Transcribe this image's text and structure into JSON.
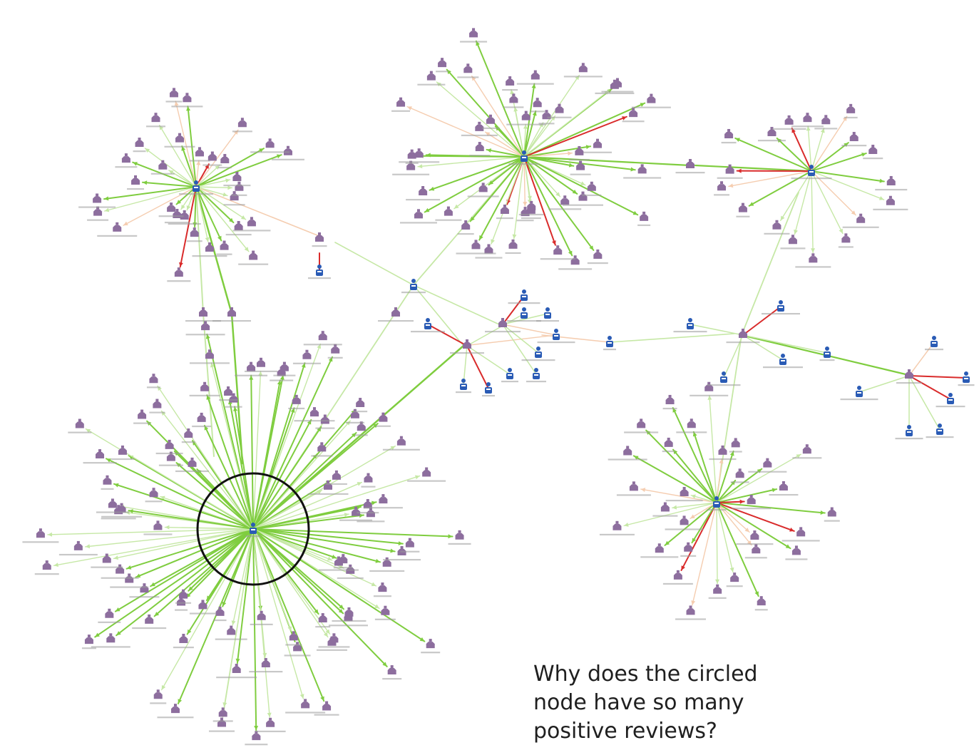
{
  "caption": {
    "lines": [
      "Why does the circled",
      "node have so many",
      "positive reviews?"
    ]
  },
  "colors": {
    "positive_edge": "#7fcd3f",
    "positive_edge_light": "#c6e8a6",
    "neutral_edge": "#f5cdb0",
    "negative_edge": "#d92b2b",
    "business_node": "#8d6e9e",
    "reviewer_node": "#2a5bb5",
    "highlight_circle": "#111111",
    "node_label": "#9a9a9a",
    "caption_text": "#1f1f1f"
  },
  "icons": {
    "business": "business-node-icon",
    "reviewer": "reviewer-node-icon"
  },
  "graph": {
    "node_types": [
      "business",
      "reviewer"
    ],
    "edge_types": [
      "positive",
      "neutral",
      "negative"
    ],
    "highlighted_node": "central-reviewer-hub",
    "highlight_marker": "black circle"
  }
}
